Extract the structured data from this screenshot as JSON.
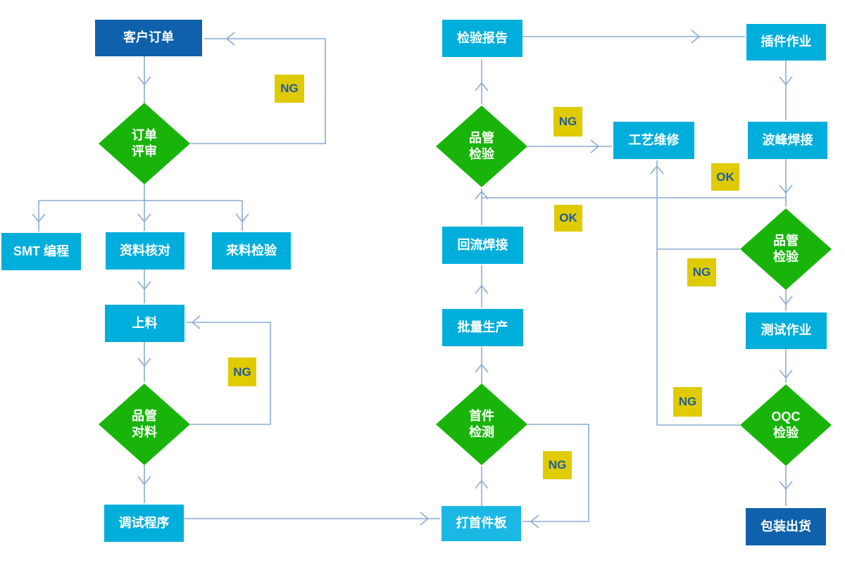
{
  "colors": {
    "process_box": "#00aedb",
    "process_box_light": "#1cb8e5",
    "terminal_box": "#0f61ac",
    "decision_diamond": "#18b40a",
    "label_background": "#dfcb00",
    "label_text": "#1d5c9f",
    "connector_line": "#8aabd5",
    "node_text": "#ffffff"
  },
  "nodes": {
    "customer_order": {
      "text": "客户订单"
    },
    "order_review": {
      "text": "订单\n评审"
    },
    "smt_programming": {
      "text": "SMT 编程"
    },
    "data_check": {
      "text": "资料核对"
    },
    "incoming_inspection": {
      "text": "来料检验"
    },
    "loading": {
      "text": "上料"
    },
    "qc_material_check": {
      "text": "品管\n对料"
    },
    "debug_program": {
      "text": "调试程序"
    },
    "print_first_board": {
      "text": "打首件板"
    },
    "first_article_inspection": {
      "text": "首件\n检测"
    },
    "batch_production": {
      "text": "批量生产"
    },
    "reflow_soldering": {
      "text": "回流焊接"
    },
    "qc_inspection_smt": {
      "text": "品管\n检验"
    },
    "inspection_report": {
      "text": "检验报告"
    },
    "process_repair": {
      "text": "工艺维修"
    },
    "plugin_operation": {
      "text": "插件作业"
    },
    "wave_soldering": {
      "text": "波峰焊接"
    },
    "qc_inspection_dip": {
      "text": "品管\n检验"
    },
    "test_operation": {
      "text": "测试作业"
    },
    "oqc_inspection": {
      "text": "OQC\n检验"
    },
    "packing_shipping": {
      "text": "包装出货"
    }
  },
  "labels": {
    "ng_order_review": {
      "text": "NG"
    },
    "ng_qc_material": {
      "text": "NG"
    },
    "ng_first_article": {
      "text": "NG"
    },
    "ng_qc_smt": {
      "text": "NG"
    },
    "ok_qc_smt": {
      "text": "OK"
    },
    "ok_wave": {
      "text": "OK"
    },
    "ng_qc_dip": {
      "text": "NG"
    },
    "ng_oqc": {
      "text": "NG"
    }
  }
}
